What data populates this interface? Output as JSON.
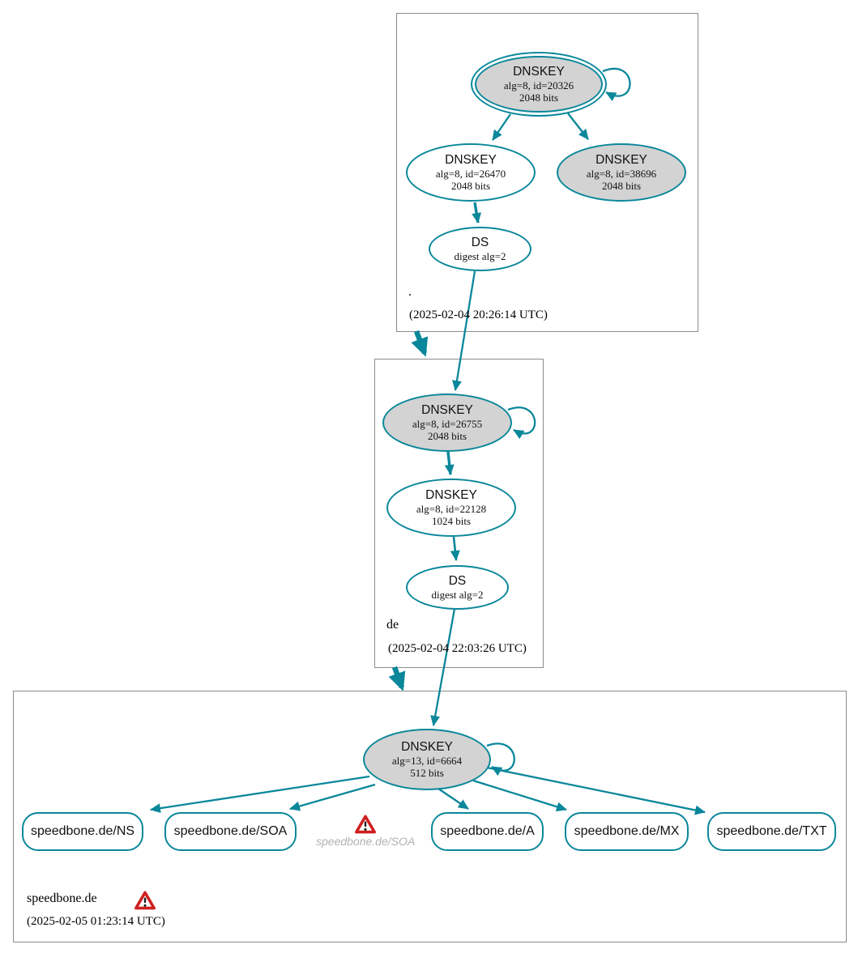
{
  "colors": {
    "edge_teal": "#0a879a",
    "node_fill_gray": "#d3d3d3",
    "node_fill_white": "#ffffff",
    "cluster_border_gray": "#8c8c8c",
    "warning_red": "#cf1f1f"
  },
  "icons": {
    "warning": "warning-triangle-icon"
  },
  "zones": {
    "root": {
      "label": ".",
      "timestamp": "(2025-02-04 20:26:14 UTC)",
      "ksk": {
        "title": "DNSKEY",
        "line1": "alg=8, id=20326",
        "line2": "2048 bits"
      },
      "zsk": {
        "title": "DNSKEY",
        "line1": "alg=8, id=26470",
        "line2": "2048 bits"
      },
      "key2": {
        "title": "DNSKEY",
        "line1": "alg=8, id=38696",
        "line2": "2048 bits"
      },
      "ds": {
        "title": "DS",
        "line1": "digest alg=2"
      }
    },
    "de": {
      "label": "de",
      "timestamp": "(2025-02-04 22:03:26 UTC)",
      "ksk": {
        "title": "DNSKEY",
        "line1": "alg=8, id=26755",
        "line2": "2048 bits"
      },
      "zsk": {
        "title": "DNSKEY",
        "line1": "alg=8, id=22128",
        "line2": "1024 bits"
      },
      "ds": {
        "title": "DS",
        "line1": "digest alg=2"
      }
    },
    "speedbone": {
      "label": "speedbone.de",
      "timestamp": "(2025-02-05 01:23:14 UTC)",
      "dnskey": {
        "title": "DNSKEY",
        "line1": "alg=13, id=6664",
        "line2": "512 bits"
      },
      "rrsets": {
        "ns": "speedbone.de/NS",
        "soa": "speedbone.de/SOA",
        "soa_warning": "speedbone.de/SOA",
        "a": "speedbone.de/A",
        "mx": "speedbone.de/MX",
        "txt": "speedbone.de/TXT"
      }
    }
  }
}
